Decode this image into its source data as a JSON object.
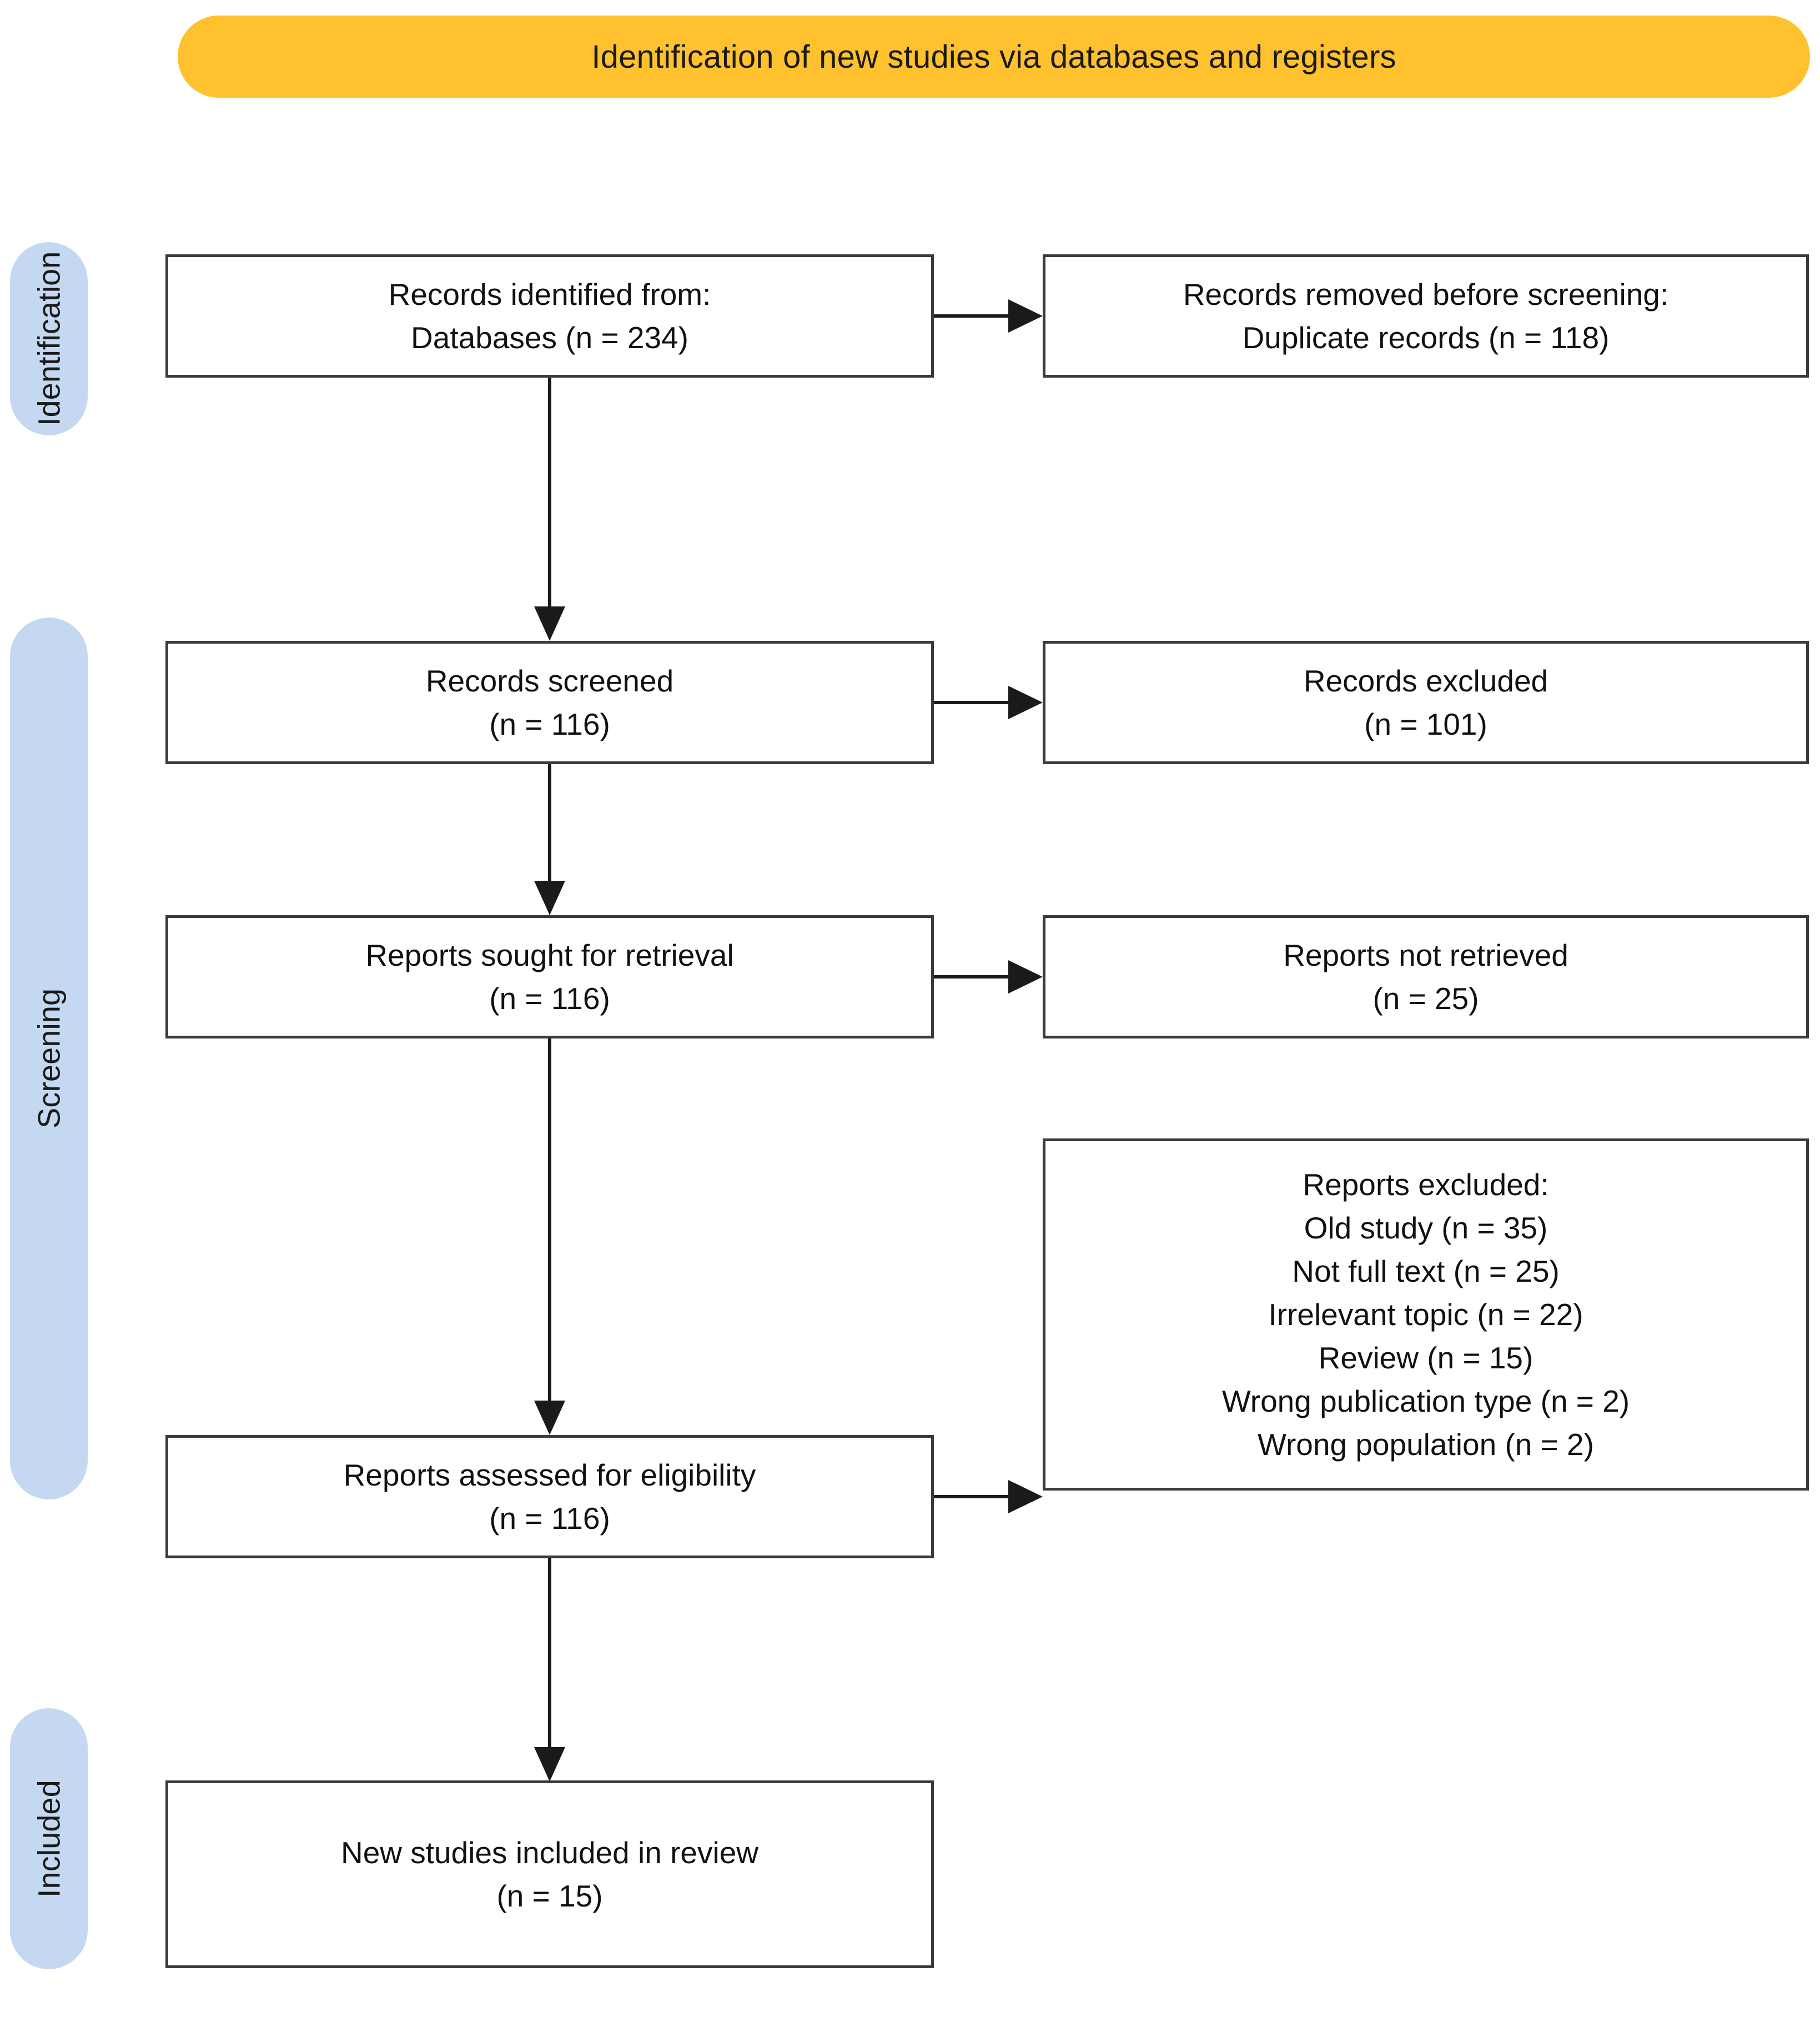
{
  "header": {
    "title": "Identification of new studies via databases and registers",
    "background_color": "#FFC22E"
  },
  "stages": {
    "pill_color": "#C5D8F1",
    "items": [
      {
        "label": "Identification"
      },
      {
        "label": "Screening"
      },
      {
        "label": "Included"
      }
    ]
  },
  "boxes": {
    "records_identified": {
      "line1": "Records identified from:",
      "line2": "Databases (n = 234)"
    },
    "records_removed": {
      "line1": "Records removed before screening:",
      "line2": "Duplicate records (n = 118)"
    },
    "records_screened": {
      "line1": "Records screened",
      "line2": "(n = 116)"
    },
    "records_excluded": {
      "line1": "Records excluded",
      "line2": "(n = 101)"
    },
    "reports_sought": {
      "line1": "Reports sought for retrieval",
      "line2": "(n = 116)"
    },
    "reports_not_retrieved": {
      "line1": "Reports not retrieved",
      "line2": "(n = 25)"
    },
    "reports_assessed": {
      "line1": "Reports assessed for eligibility",
      "line2": "(n = 116)"
    },
    "reports_excluded": {
      "line1": "Reports excluded:",
      "line2": "Old study (n = 35)",
      "line3": "Not full text (n = 25)",
      "line4": "Irrelevant topic (n = 22)",
      "line5": "Review (n = 15)",
      "line6": "Wrong publication type (n = 2)",
      "line7": "Wrong population (n = 2)"
    },
    "new_studies_included": {
      "line1": "New studies included in review",
      "line2": "(n = 15)"
    }
  },
  "chart_data": {
    "type": "diagram",
    "title": "Identification of new studies via databases and registers",
    "nodes": [
      {
        "id": "records_identified",
        "stage": "Identification",
        "label": "Records identified from: Databases",
        "n": 234
      },
      {
        "id": "records_removed",
        "stage": "Identification",
        "label": "Records removed before screening: Duplicate records",
        "n": 118
      },
      {
        "id": "records_screened",
        "stage": "Screening",
        "label": "Records screened",
        "n": 116
      },
      {
        "id": "records_excluded",
        "stage": "Screening",
        "label": "Records excluded",
        "n": 101
      },
      {
        "id": "reports_sought",
        "stage": "Screening",
        "label": "Reports sought for retrieval",
        "n": 116
      },
      {
        "id": "reports_not_retrieved",
        "stage": "Screening",
        "label": "Reports not retrieved",
        "n": 25
      },
      {
        "id": "reports_assessed",
        "stage": "Screening",
        "label": "Reports assessed for eligibility",
        "n": 116
      },
      {
        "id": "reports_excluded",
        "stage": "Screening",
        "label": "Reports excluded",
        "reasons": [
          {
            "reason": "Old study",
            "n": 35
          },
          {
            "reason": "Not full text",
            "n": 25
          },
          {
            "reason": "Irrelevant topic",
            "n": 22
          },
          {
            "reason": "Review",
            "n": 15
          },
          {
            "reason": "Wrong publication type",
            "n": 2
          },
          {
            "reason": "Wrong population",
            "n": 2
          }
        ]
      },
      {
        "id": "new_studies_included",
        "stage": "Included",
        "label": "New studies included in review",
        "n": 15
      }
    ],
    "edges": [
      {
        "from": "records_identified",
        "to": "records_removed",
        "direction": "right"
      },
      {
        "from": "records_identified",
        "to": "records_screened",
        "direction": "down"
      },
      {
        "from": "records_screened",
        "to": "records_excluded",
        "direction": "right"
      },
      {
        "from": "records_screened",
        "to": "reports_sought",
        "direction": "down"
      },
      {
        "from": "reports_sought",
        "to": "reports_not_retrieved",
        "direction": "right"
      },
      {
        "from": "reports_sought",
        "to": "reports_assessed",
        "direction": "down"
      },
      {
        "from": "reports_assessed",
        "to": "reports_excluded",
        "direction": "right"
      },
      {
        "from": "reports_assessed",
        "to": "new_studies_included",
        "direction": "down"
      }
    ]
  }
}
